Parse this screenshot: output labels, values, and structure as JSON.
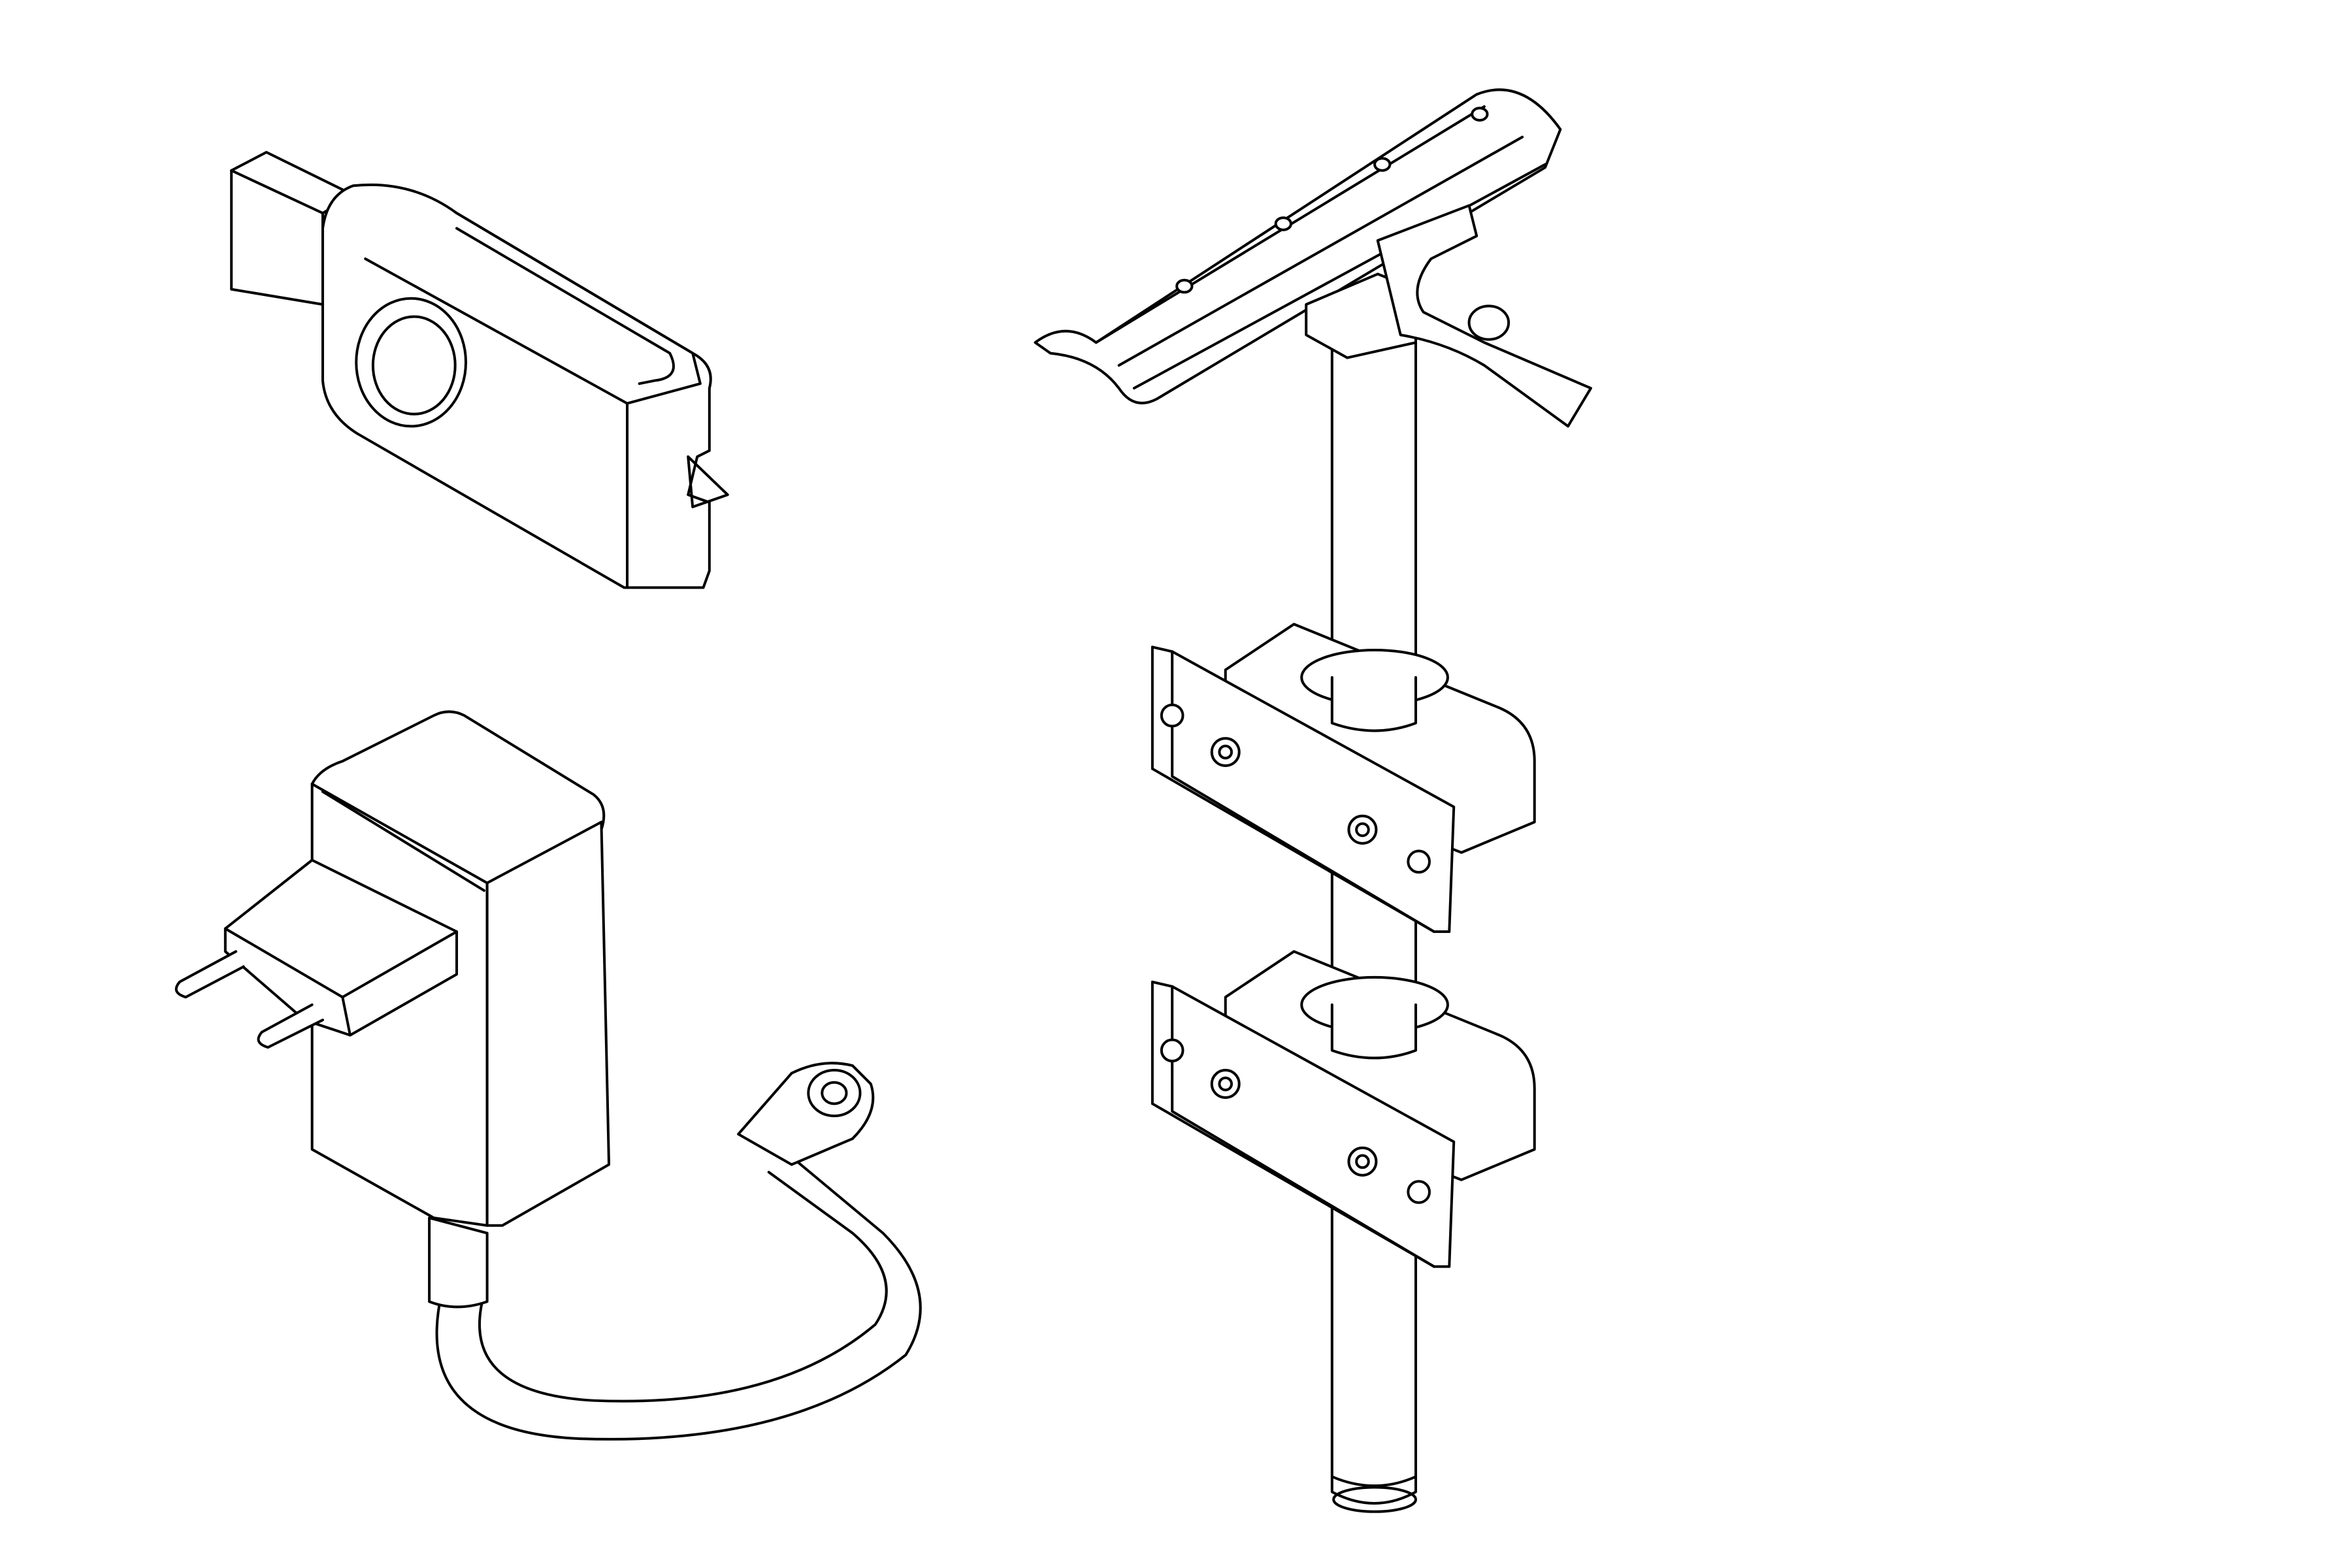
{
  "figure": {
    "items": [
      {
        "id": "usb-stick",
        "icon": "usb-flash-drive"
      },
      {
        "id": "power-adapter",
        "icon": "plug-in-power-adapter-with-cable"
      },
      {
        "id": "mounting-pole",
        "icon": "pole-with-clamps-and-top-rail"
      }
    ],
    "colors": {
      "line": "#000000",
      "background": "#ffffff"
    }
  }
}
